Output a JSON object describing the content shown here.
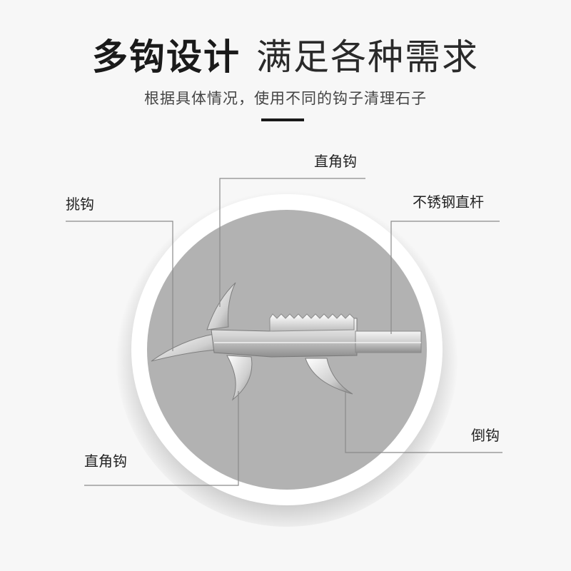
{
  "header": {
    "title_bold": "多钩设计",
    "title_light": "满足各种需求",
    "subtitle": "根据具体情况，使用不同的钩子清理石子"
  },
  "callouts": {
    "top_hook": "直角钩",
    "pick_hook": "挑钩",
    "steel_rod": "不锈钢直杆",
    "barb_hook": "倒钩",
    "bottom_hook": "直角钩"
  },
  "colors": {
    "background": "#f7f7f7",
    "circle_fill": "#b2b2b2",
    "ring": "#ffffff",
    "text": "#1e1e1e",
    "line": "#8a8a8a"
  }
}
